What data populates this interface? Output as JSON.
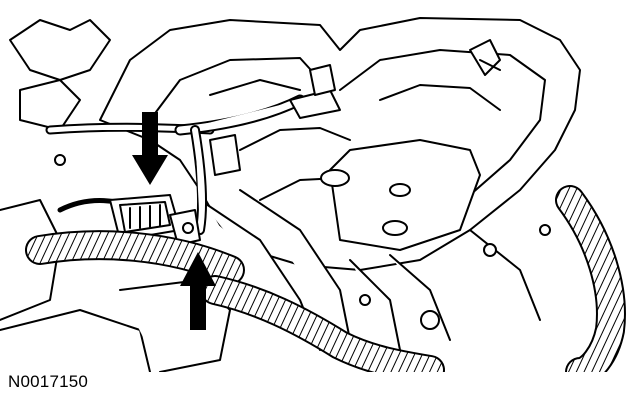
{
  "figure": {
    "id_label": "N0017150",
    "line_color": "#000000",
    "fill_color": "#ffffff",
    "callouts": [
      {
        "name": "arrow-down-callout",
        "direction": "down"
      },
      {
        "name": "arrow-up-callout",
        "direction": "up"
      }
    ]
  }
}
